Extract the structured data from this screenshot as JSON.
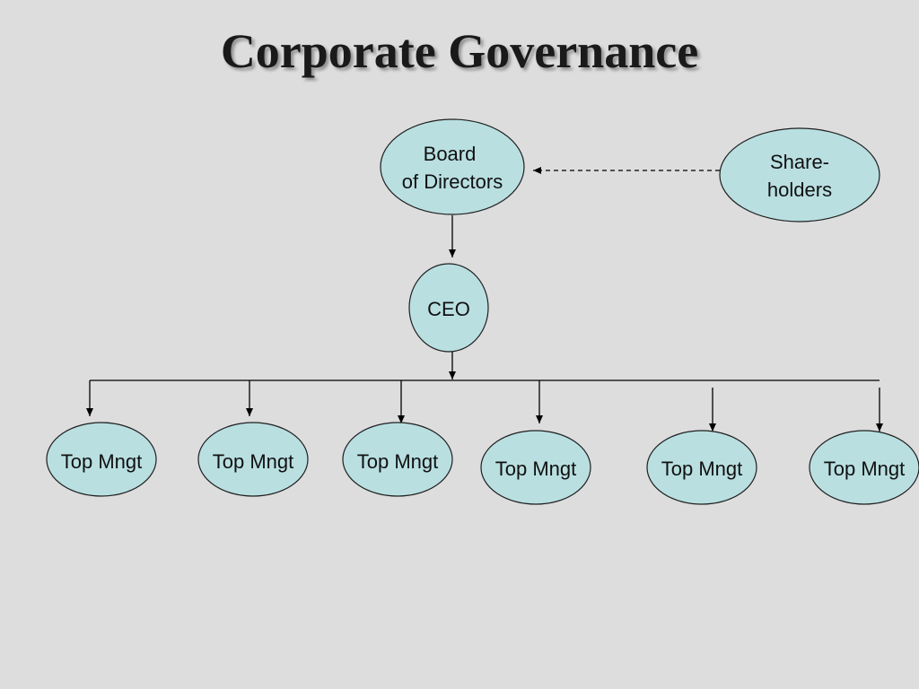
{
  "title": "Corporate Governance",
  "colors": {
    "background": "#dddddd",
    "node_fill": "#b9dfe1",
    "line": "#000000"
  },
  "nodes": {
    "board": {
      "label_line1": "Board",
      "label_line2": "of Directors"
    },
    "shareholders": {
      "label_line1": "Share-",
      "label_line2": "holders"
    },
    "ceo": {
      "label": "CEO"
    },
    "top_mngt": [
      "Top Mngt",
      "Top Mngt",
      "Top Mngt",
      "Top Mngt",
      "Top Mngt",
      "Top Mngt"
    ]
  }
}
